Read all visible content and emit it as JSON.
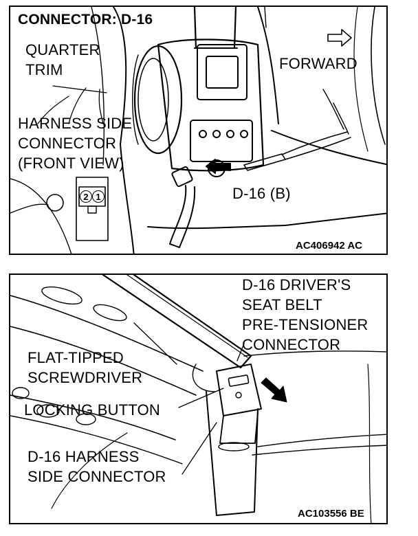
{
  "top_figure": {
    "title": "CONNECTOR: D-16",
    "labels": {
      "quarter_trim": "QUARTER\nTRIM",
      "forward": "FORWARD",
      "harness_side_connector": "HARNESS SIDE\nCONNECTOR\n(FRONT VIEW)",
      "d16b": "D-16 (B)",
      "pin_1": "1",
      "pin_2": "2"
    },
    "code": "AC406942 AC"
  },
  "bottom_figure": {
    "labels": {
      "pretensioner_connector": "D-16 DRIVER'S\nSEAT BELT\nPRE-TENSIONER\nCONNECTOR",
      "screwdriver": "FLAT-TIPPED\nSCREWDRIVER",
      "locking_button": "LOCKING BUTTON",
      "harness_side_connector": "D-16 HARNESS\nSIDE CONNECTOR"
    },
    "code": "AC103556 BE"
  }
}
